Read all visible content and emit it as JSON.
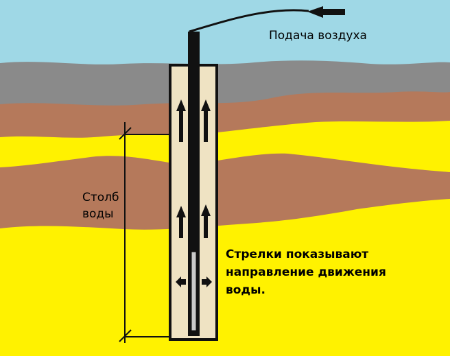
{
  "labels": {
    "air_supply": "Подача воздуха",
    "water_column": [
      "Столб",
      "воды"
    ],
    "arrows_note": [
      "Стрелки показывают",
      "направление движения",
      "воды."
    ]
  },
  "colors": {
    "sky": "#9fd8e6",
    "rock": "#8a8a8a",
    "clay": "#b5795b",
    "sand": "#fff200",
    "casing": "#efe3c3",
    "pipe": "#111111",
    "inner_pipe": "#c9c9c9"
  }
}
